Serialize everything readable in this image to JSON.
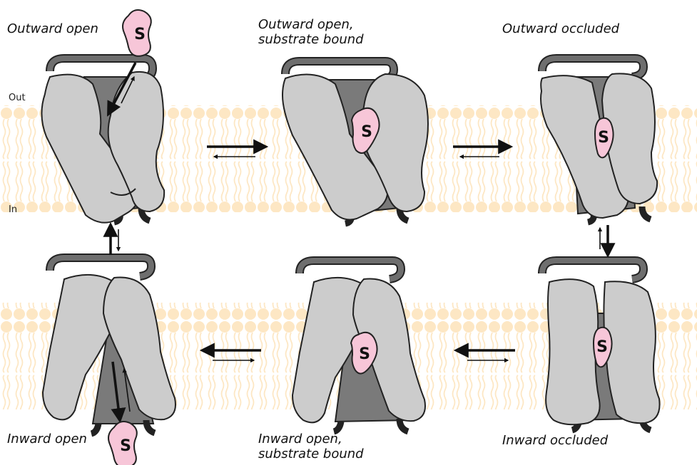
{
  "membrane_labels": {
    "out": "Out",
    "in": "In"
  },
  "substrate_label": "S",
  "states": [
    {
      "id": "outward-open",
      "label_lines": [
        "Outward open"
      ]
    },
    {
      "id": "outward-open-bound",
      "label_lines": [
        "Outward open,",
        "substrate bound"
      ]
    },
    {
      "id": "outward-occluded",
      "label_lines": [
        "Outward occluded"
      ]
    },
    {
      "id": "inward-open",
      "label_lines": [
        "Inward open"
      ]
    },
    {
      "id": "inward-open-bound",
      "label_lines": [
        "Inward open,",
        "substrate bound"
      ]
    },
    {
      "id": "inward-occluded",
      "label_lines": [
        "Inward occluded"
      ]
    }
  ],
  "colors": {
    "membrane": "#fde7c4",
    "domain": "#cccccc",
    "core": "#7a7a7a",
    "loop": "#6e6e6e",
    "substrate": "#f7c6d8",
    "outline": "#222222"
  }
}
